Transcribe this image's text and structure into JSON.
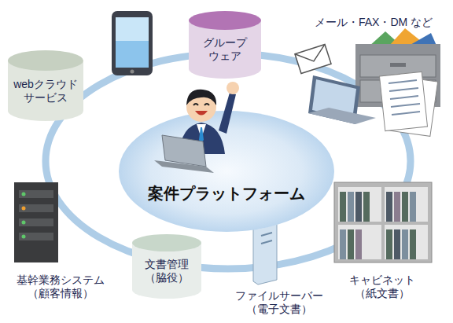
{
  "diagram": {
    "nodes": [
      {
        "text": [
          "webクラウド サービス"
        ]
      },
      {
        "text": [
          "グループ ウェア"
        ]
      },
      {
        "text": [
          "メール・FAX・DM など"
        ]
      },
      {
        "text": [
          "案件プラットフォーム"
        ]
      },
      {
        "text": [
          "キャビネット",
          "（紙文書）"
        ]
      },
      {
        "text": [
          "ファイルサーバー",
          "（電子文書）"
        ]
      },
      {
        "text": [
          "文書管理",
          "（脇役）"
        ]
      },
      {
        "text": [
          "基幹業務システム",
          "（顧客情報）"
        ]
      }
    ]
  }
}
